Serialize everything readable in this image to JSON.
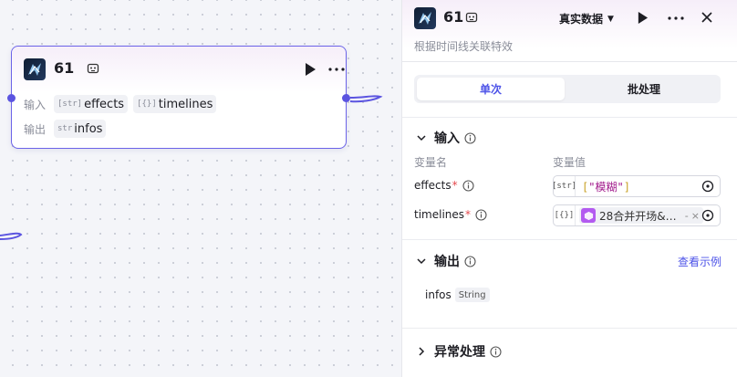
{
  "node": {
    "title": "61",
    "inputs_label": "输入",
    "outputs_label": "输出",
    "inputs": [
      {
        "type_tag": "[str]",
        "name": "effects"
      },
      {
        "type_tag": "[{}]",
        "name": "timelines"
      }
    ],
    "outputs": [
      {
        "type_tag": "str",
        "name": "infos"
      }
    ]
  },
  "panel": {
    "title": "61",
    "mode": "真实数据",
    "description": "根据时间线关联特效",
    "tabs": {
      "single": "单次",
      "batch": "批处理"
    },
    "input_section": {
      "title": "输入",
      "col_name": "变量名",
      "col_value": "变量值",
      "rows": [
        {
          "name": "effects",
          "required_mark": "*",
          "type_tag": "[str]",
          "value_open": "[",
          "value_string": "\"模糊\"",
          "value_close": "]"
        },
        {
          "name": "timelines",
          "required_mark": "*",
          "type_tag": "[{}]",
          "ref_text": "28合并开场&…",
          "ref_dash": "-",
          "ref_close": "×"
        }
      ]
    },
    "output_section": {
      "title": "输出",
      "example_link": "查看示例",
      "rows": [
        {
          "name": "infos",
          "type": "String"
        }
      ]
    },
    "error_section": {
      "title": "异常处理"
    }
  },
  "colors": {
    "accent": "#4d53e8",
    "node_border": "#6b63e8",
    "required": "#e5484d",
    "string_value": "#a0168a",
    "ref_icon": "#b35bf0"
  },
  "icons": [
    "node-logo-icon",
    "robot-icon",
    "play-icon",
    "more-icon",
    "close-icon",
    "chevron-down-icon",
    "chevron-right-icon",
    "info-icon",
    "target-icon",
    "variable-ref-icon"
  ]
}
